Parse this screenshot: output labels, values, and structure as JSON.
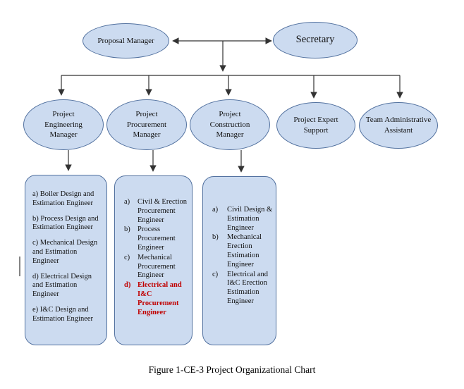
{
  "colors": {
    "node_fill": "#ccdbf0",
    "node_border": "#52719f",
    "line": "#333333",
    "red": "#c00000",
    "text": "#111111"
  },
  "caption": "Figure 1-CE-3 Project Organizational Chart",
  "top": {
    "proposal_manager": "Proposal Manager",
    "secretary": "Secretary"
  },
  "managers": [
    {
      "label": "Project Engineering Manager"
    },
    {
      "label": "Project Procurement Manager"
    },
    {
      "label": "Project Construction Manager"
    },
    {
      "label": "Project Expert Support"
    },
    {
      "label": "Team Administrative Assistant"
    }
  ],
  "teams": [
    {
      "items": [
        {
          "marker": "a)",
          "text": "Boiler Design and Estimation Engineer"
        },
        {
          "marker": "b)",
          "text": "Process Design and Estimation Engineer"
        },
        {
          "marker": "c)",
          "text": "Mechanical Design and Estimation Engineer"
        },
        {
          "marker": "d)",
          "text": "Electrical Design and Estimation Engineer"
        },
        {
          "marker": "e)",
          "text": "I&C Design and Estimation Engineer"
        }
      ]
    },
    {
      "items": [
        {
          "marker": "a)",
          "text": "Civil & Erection Procurement Engineer"
        },
        {
          "marker": "b)",
          "text": "Process Procurement Engineer"
        },
        {
          "marker": "c)",
          "text": "Mechanical Procurement Engineer"
        },
        {
          "marker": "d)",
          "text": "Electrical and I&C Procurement Engineer",
          "highlight": true
        }
      ]
    },
    {
      "items": [
        {
          "marker": "a)",
          "text": "Civil Design & Estimation Engineer"
        },
        {
          "marker": "b)",
          "text": "Mechanical Erection Estimation Engineer"
        },
        {
          "marker": "c)",
          "text": "Electrical and I&C Erection Estimation Engineer"
        }
      ]
    }
  ]
}
